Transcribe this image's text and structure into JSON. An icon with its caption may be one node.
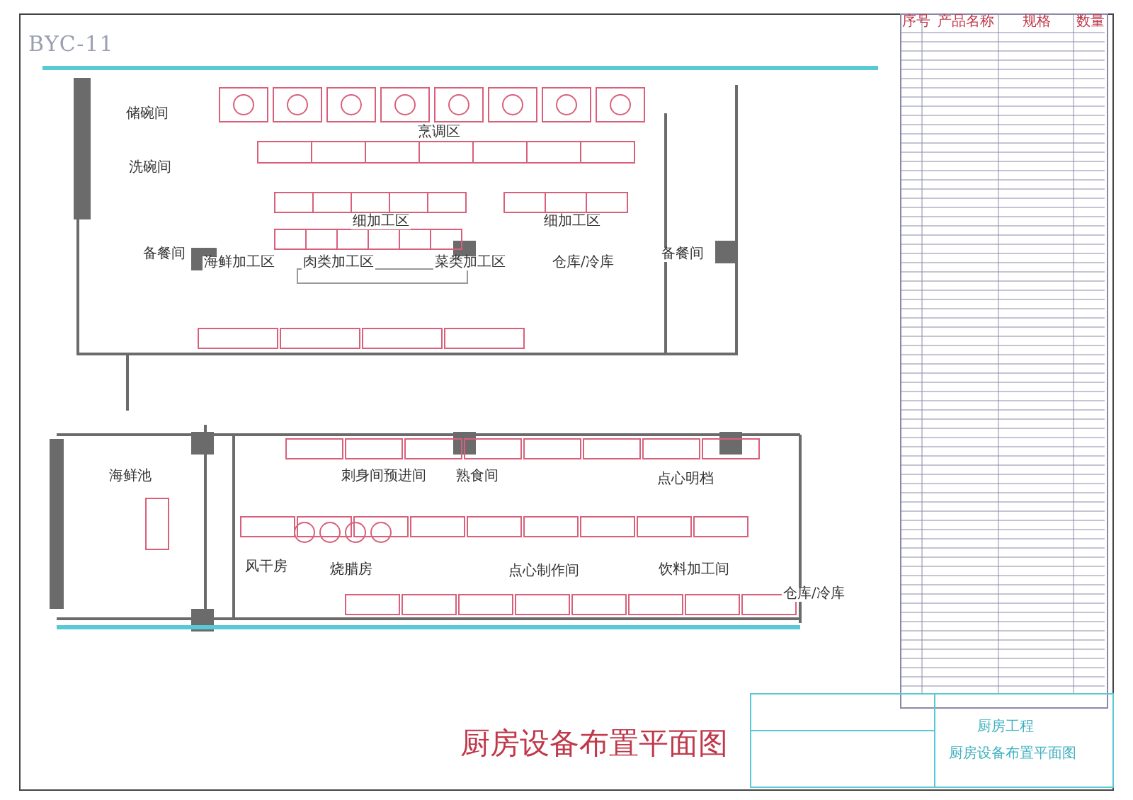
{
  "diagram": {
    "title": "厨房设备布置平面图",
    "labels": [
      "BYC-11",
      "储碗间",
      "洗碗间",
      "烹调区",
      "细加工区",
      "细加工区",
      "备餐间",
      "海鲜加工区",
      "肉类加工区",
      "菜类加工区",
      "仓库/冷库",
      "备餐间",
      "海鲜池",
      "风干房",
      "刺身间",
      "预进间",
      "熟食间",
      "点心明档",
      "烧腊房",
      "点心制作间",
      "饮料加工间",
      "仓库/冷库",
      "序号",
      "产品名称",
      "规格",
      "数量",
      "厨房工程",
      "厨房设备布置平面图"
    ]
  }
}
